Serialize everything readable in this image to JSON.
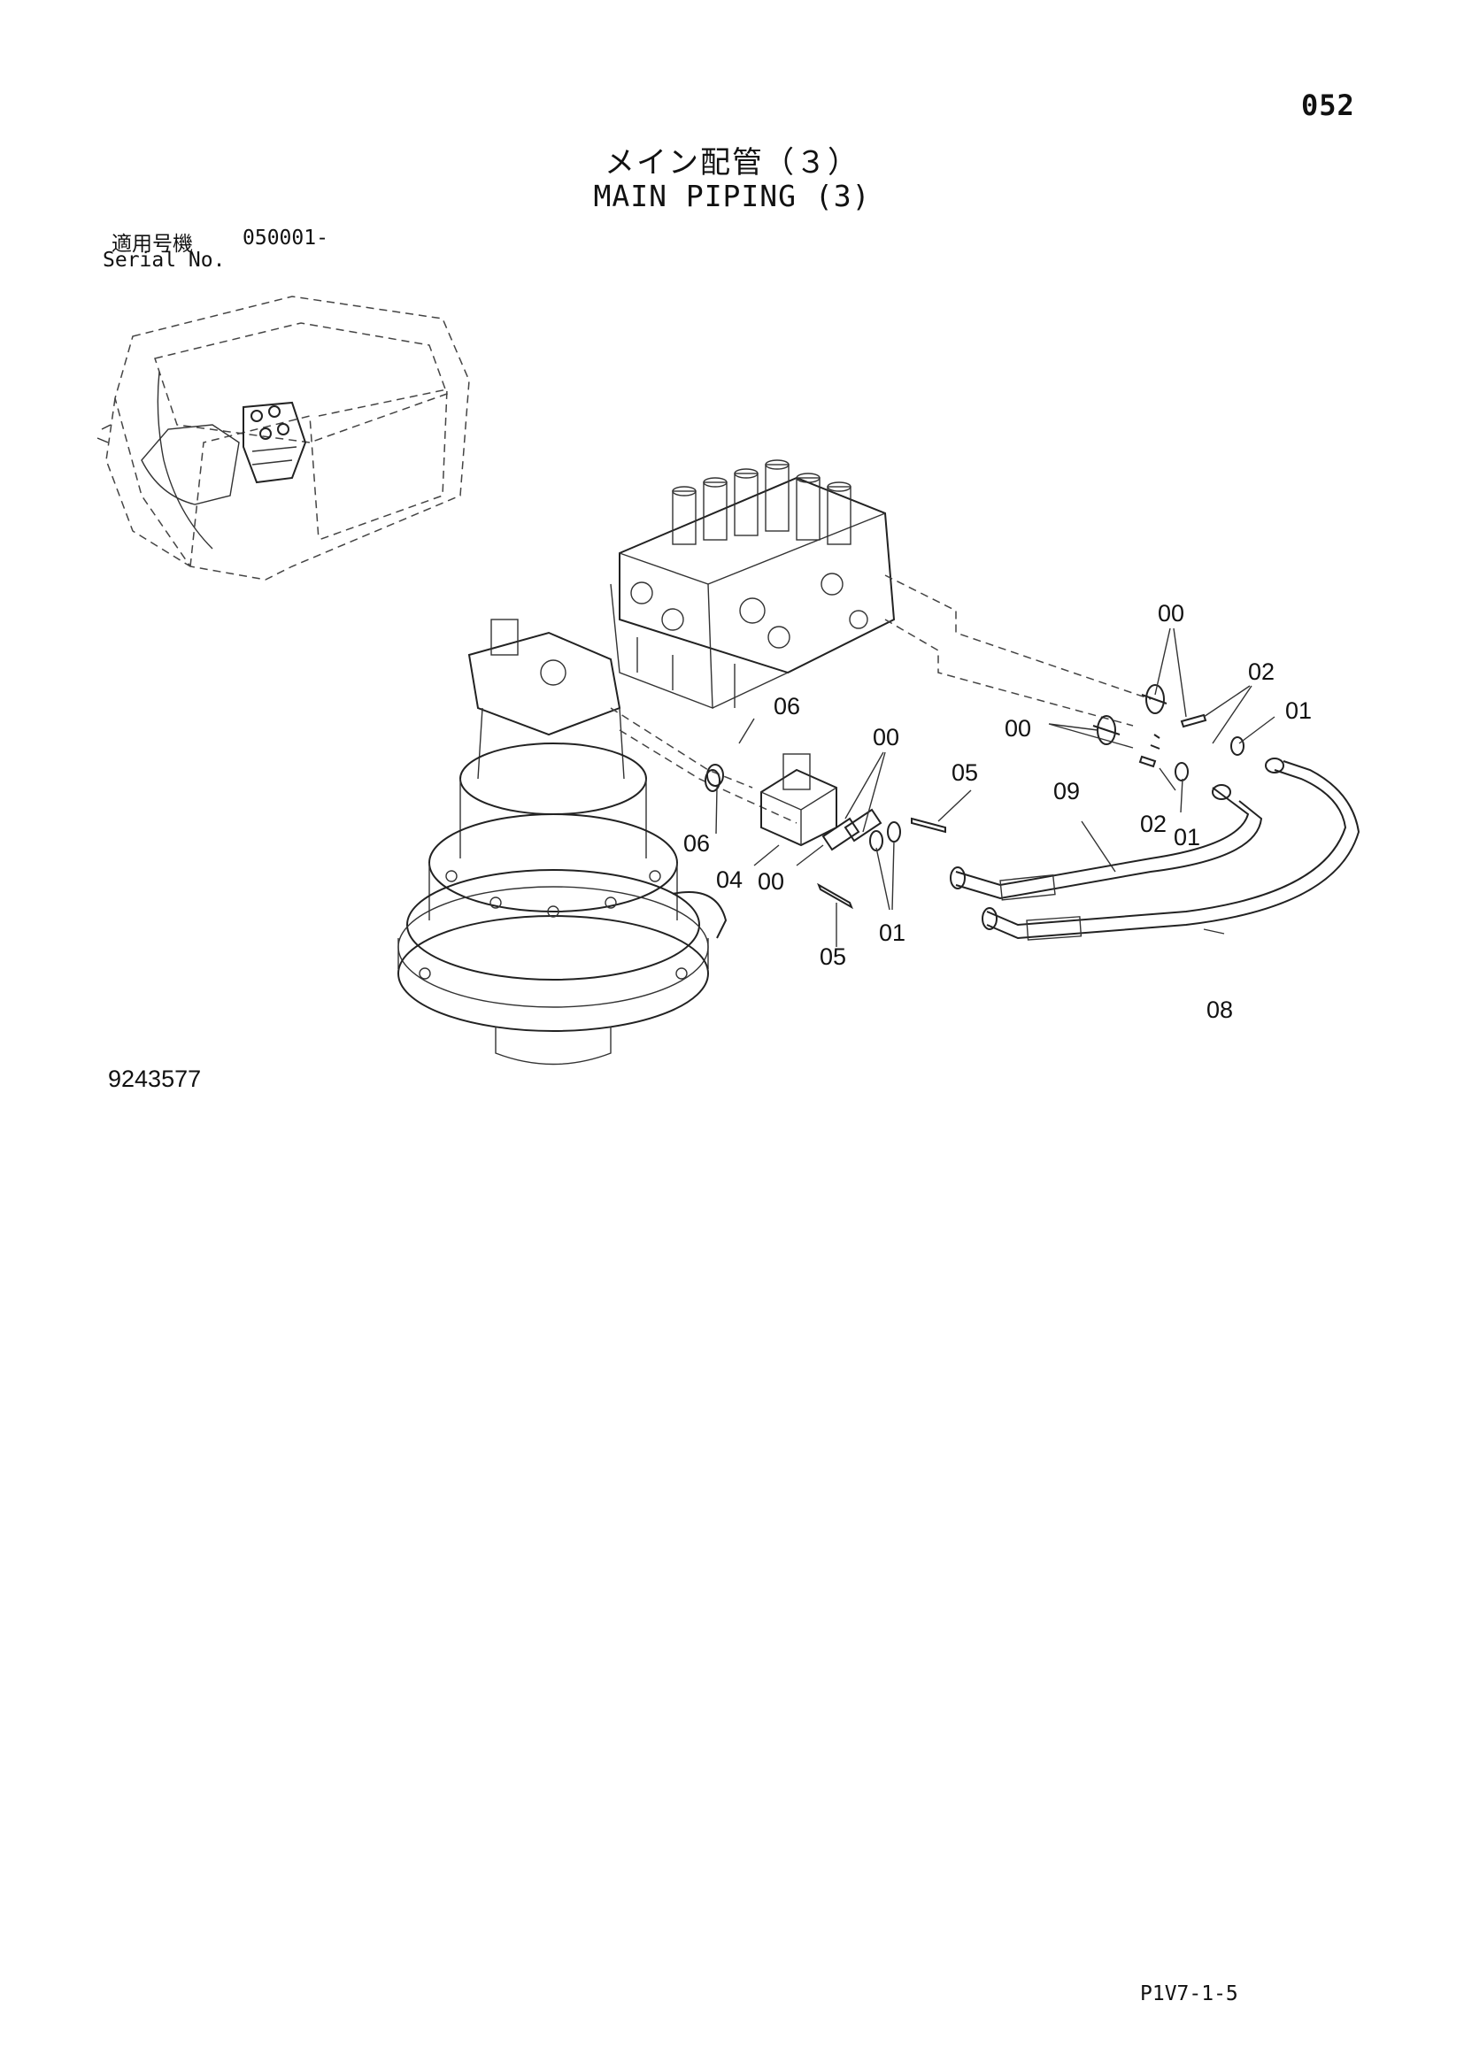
{
  "header": {
    "page_number": "052",
    "title_jp": "メイン配管（３）",
    "title_en": "MAIN PIPING (3)"
  },
  "serial": {
    "label_jp": "適用号機",
    "value": "050001-",
    "label_en": "Serial No."
  },
  "footer": {
    "drawing_number": "9243577",
    "page_code": "P1V7-1-5"
  },
  "callouts": [
    "00",
    "00",
    "00",
    "00",
    "02",
    "02",
    "01",
    "01",
    "01",
    "05",
    "05",
    "09",
    "08",
    "06",
    "06",
    "04"
  ]
}
